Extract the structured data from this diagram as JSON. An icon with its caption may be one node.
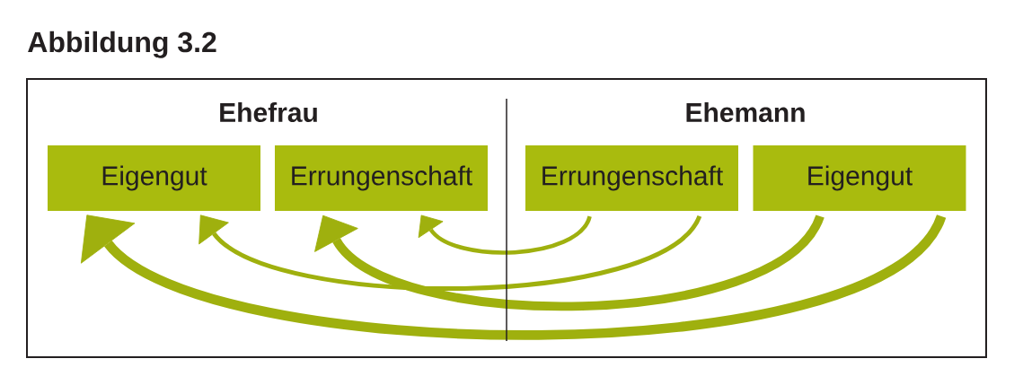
{
  "diagram": {
    "title": "Abbildung 3.2",
    "nodes": [
      {
        "text": [
          "Eigengut"
        ]
      },
      {
        "text": [
          "Errungenschaft"
        ]
      },
      {
        "text": [
          "Errungenschaft"
        ]
      },
      {
        "text": [
          "Eigengut"
        ]
      }
    ],
    "edges": [
      {
        "from": 2,
        "to": 1,
        "arrow": "to"
      },
      {
        "from": 2,
        "to": 0,
        "arrow": "to"
      },
      {
        "from": 3,
        "to": 1,
        "arrow": "to",
        "style": "thick"
      },
      {
        "from": 3,
        "to": 0,
        "arrow": "to",
        "style": "thick"
      }
    ],
    "labels": [
      "Ehefrau",
      "Ehemann"
    ]
  }
}
